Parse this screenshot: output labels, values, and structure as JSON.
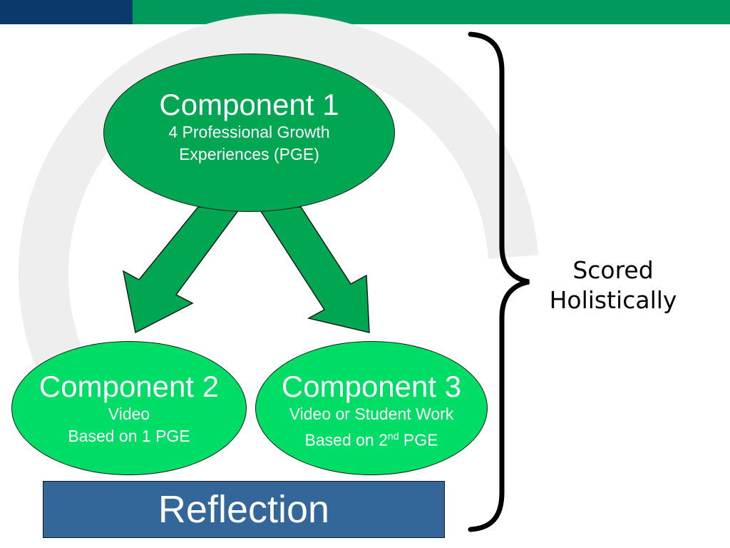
{
  "component1": {
    "title": "Component 1",
    "line1": "4 Professional Growth",
    "line2": "Experiences (PGE)"
  },
  "component2": {
    "title": "Component 2",
    "line1": "Video",
    "line2": "Based on 1 PGE"
  },
  "component3": {
    "title": "Component 3",
    "line1": "Video or Student Work",
    "line2_prefix": "Based on 2",
    "line2_sup": "nd",
    "line2_suffix": " PGE"
  },
  "reflection": "Reflection",
  "scored": {
    "line1": "Scored",
    "line2": "Holistically"
  },
  "colors": {
    "header_navy": "#0a3a6b",
    "header_green": "#009a5c",
    "ellipse_dark": "#00a651",
    "ellipse_light": "#00dd66",
    "reflection_blue": "#336699",
    "arrow": "#00a651"
  }
}
